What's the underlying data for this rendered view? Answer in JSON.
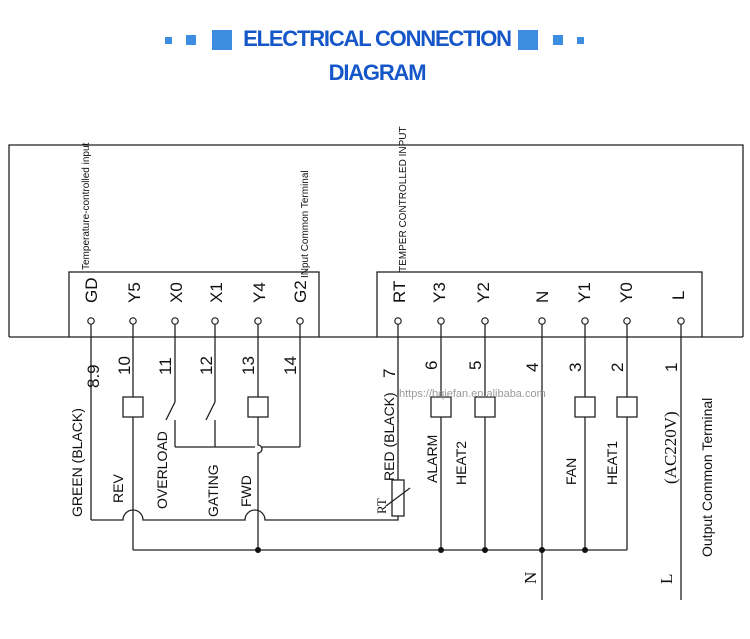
{
  "header": {
    "title": "ELECTRICAL CONNECTION DIAGRAM"
  },
  "diagram": {
    "left_block_label": "Temperature-controlled input",
    "common_input_label": "INput Common Terminal",
    "right_block_label": "TEMPER CONTROLLED INPUT",
    "output_common_label": "Output Common Terminal",
    "watermark": "https://bqiefan.en.alibaba.com",
    "left_terminals": [
      "GD",
      "Y5",
      "X0",
      "X1",
      "Y4",
      "G2"
    ],
    "right_terminals": [
      "RT",
      "Y3",
      "Y2",
      "N",
      "Y1",
      "Y0",
      "L"
    ],
    "numbers": {
      "gd": "8.9",
      "y5": "10",
      "x0": "11",
      "x1": "12",
      "y4": "13",
      "g2": "14",
      "rt": "7",
      "y3": "6",
      "y2": "5",
      "n": "4",
      "y1": "3",
      "y0": "2",
      "l": "1"
    },
    "labels": {
      "green": "GREEN (BLACK)",
      "rev": "REV",
      "overload": "OVERLOAD",
      "gating": "GATING",
      "fwd": "FWD",
      "red": "RED (BLACK)",
      "rt_sensor": "RT",
      "alarm": "ALARM",
      "heat2": "HEAT2",
      "fan": "FAN",
      "heat1": "HEAT1",
      "ac": "(AC220V)",
      "n_line": "N",
      "l_line": "L"
    }
  }
}
